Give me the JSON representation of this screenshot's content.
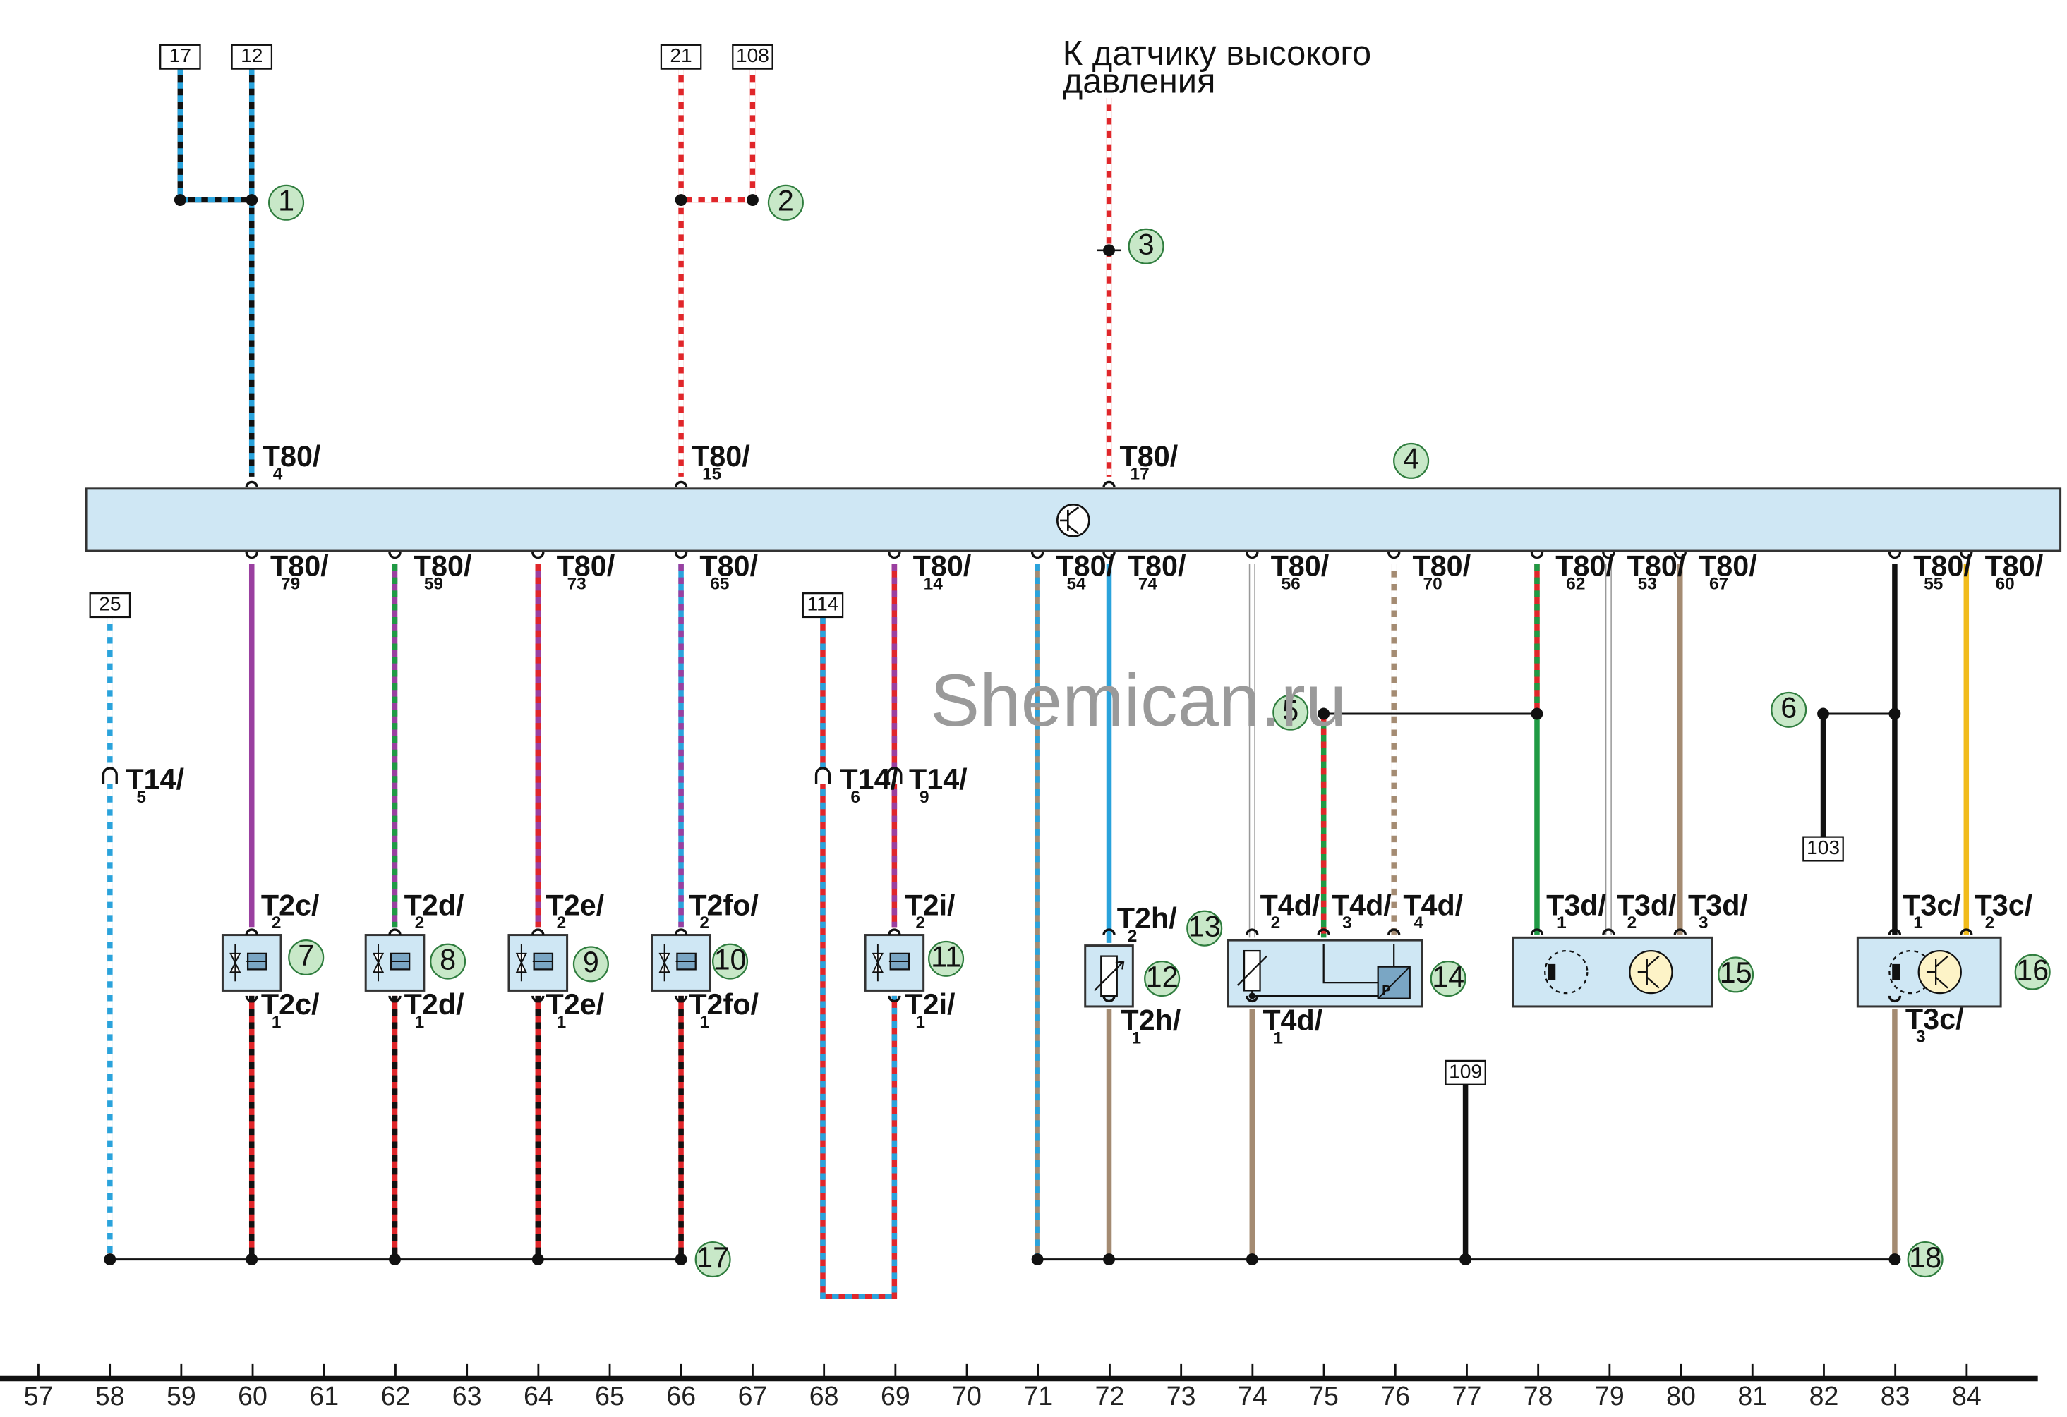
{
  "watermark": "Shemican.ru",
  "note_lines": [
    "К датчику высокого",
    "давления"
  ],
  "colors": {
    "black": "#111111",
    "blue": "#2aa3dc",
    "red": "#e0262a",
    "violet": "#9a3fa0",
    "green": "#1f9a44",
    "brown": "#a48b72",
    "yellow": "#f1bb1b",
    "white": "#ffffff",
    "module_fill": "#cfe7f4",
    "module_stroke": "#333333",
    "callout_fill": "#c8e8c8",
    "callout_stroke": "#2f7d3e"
  },
  "ruler": [
    "57",
    "58",
    "59",
    "60",
    "61",
    "62",
    "63",
    "64",
    "65",
    "66",
    "67",
    "68",
    "69",
    "70",
    "71",
    "72",
    "73",
    "74",
    "75",
    "76",
    "77",
    "78",
    "79",
    "80",
    "81",
    "82",
    "83",
    "84"
  ],
  "refs": [
    {
      "id": "ref-17",
      "label": "17"
    },
    {
      "id": "ref-12",
      "label": "12"
    },
    {
      "id": "ref-21",
      "label": "21"
    },
    {
      "id": "ref-108",
      "label": "108"
    },
    {
      "id": "ref-25",
      "label": "25"
    },
    {
      "id": "ref-114",
      "label": "114"
    },
    {
      "id": "ref-103",
      "label": "103"
    },
    {
      "id": "ref-109",
      "label": "109"
    }
  ],
  "callouts": [
    "1",
    "2",
    "3",
    "4",
    "5",
    "6",
    "7",
    "8",
    "9",
    "10",
    "11",
    "12",
    "13",
    "14",
    "15",
    "16",
    "17",
    "18"
  ],
  "terminals": [
    {
      "main": "T80/",
      "sub": "4"
    },
    {
      "main": "T80/",
      "sub": "15"
    },
    {
      "main": "T80/",
      "sub": "17"
    },
    {
      "main": "T80/",
      "sub": "79"
    },
    {
      "main": "T80/",
      "sub": "59"
    },
    {
      "main": "T80/",
      "sub": "73"
    },
    {
      "main": "T80/",
      "sub": "65"
    },
    {
      "main": "T80/",
      "sub": "14"
    },
    {
      "main": "T80/",
      "sub": "54"
    },
    {
      "main": "T80/",
      "sub": "74"
    },
    {
      "main": "T80/",
      "sub": "56"
    },
    {
      "main": "T80/",
      "sub": "70"
    },
    {
      "main": "T80/",
      "sub": "62"
    },
    {
      "main": "T80/",
      "sub": "53"
    },
    {
      "main": "T80/",
      "sub": "67"
    },
    {
      "main": "T80/",
      "sub": "55"
    },
    {
      "main": "T80/",
      "sub": "60"
    },
    {
      "main": "T14/",
      "sub": "5"
    },
    {
      "main": "T14/",
      "sub": "6"
    },
    {
      "main": "T14/",
      "sub": "9"
    },
    {
      "main": "T2c/",
      "sub": "2"
    },
    {
      "main": "T2c/",
      "sub": "1"
    },
    {
      "main": "T2d/",
      "sub": "2"
    },
    {
      "main": "T2d/",
      "sub": "1"
    },
    {
      "main": "T2e/",
      "sub": "2"
    },
    {
      "main": "T2e/",
      "sub": "1"
    },
    {
      "main": "T2fo/",
      "sub": "2"
    },
    {
      "main": "T2fo/",
      "sub": "1"
    },
    {
      "main": "T2i/",
      "sub": "2"
    },
    {
      "main": "T2i/",
      "sub": "1"
    },
    {
      "main": "T2h/",
      "sub": "2"
    },
    {
      "main": "T2h/",
      "sub": "1"
    },
    {
      "main": "T4d/",
      "sub": "2"
    },
    {
      "main": "T4d/",
      "sub": "3"
    },
    {
      "main": "T4d/",
      "sub": "4"
    },
    {
      "main": "T4d/",
      "sub": "1"
    },
    {
      "main": "T3d/",
      "sub": "1"
    },
    {
      "main": "T3d/",
      "sub": "2"
    },
    {
      "main": "T3d/",
      "sub": "3"
    },
    {
      "main": "T3c/",
      "sub": "1"
    },
    {
      "main": "T3c/",
      "sub": "2"
    },
    {
      "main": "T3c/",
      "sub": "3"
    }
  ]
}
